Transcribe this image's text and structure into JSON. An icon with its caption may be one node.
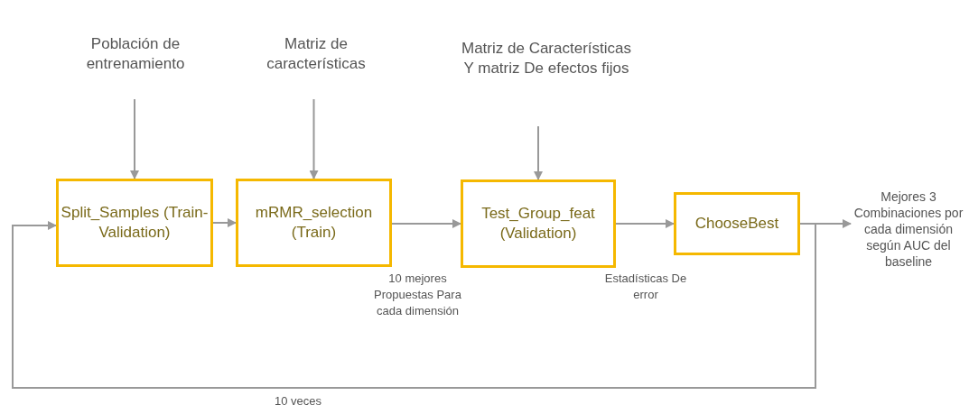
{
  "diagram": {
    "nodes": [
      {
        "text": [
          "Población de entrenamiento"
        ]
      },
      {
        "text": [
          "Matriz de características"
        ]
      },
      {
        "text": [
          "Matriz de Características Y matriz De efectos fijos"
        ]
      },
      {
        "text": [
          "Split_Samples (Train-Validation)"
        ]
      },
      {
        "text": [
          "mRMR_selection (Train)"
        ]
      },
      {
        "text": [
          "Test_Group_feat (Validation)"
        ]
      },
      {
        "text": [
          "ChooseBest"
        ]
      },
      {
        "text": [
          "Mejores 3 Combinaciones por cada dimensión según AUC del baseline"
        ]
      }
    ],
    "edges": [
      {
        "from": 0,
        "to": 3,
        "arrow": "to"
      },
      {
        "from": 1,
        "to": 4,
        "arrow": "to"
      },
      {
        "from": 2,
        "to": 5,
        "arrow": "to"
      },
      {
        "from": 3,
        "to": 4,
        "arrow": "to"
      },
      {
        "from": 4,
        "to": 5,
        "arrow": "to",
        "label": "10 mejores Propuestas Para cada dimensión"
      },
      {
        "from": 5,
        "to": 6,
        "arrow": "to",
        "label": "Estadísticas De error"
      },
      {
        "from": 6,
        "to": 7,
        "arrow": "to"
      },
      {
        "from": 6,
        "to": 3,
        "arrow": "to",
        "label": "10 veces"
      }
    ]
  }
}
